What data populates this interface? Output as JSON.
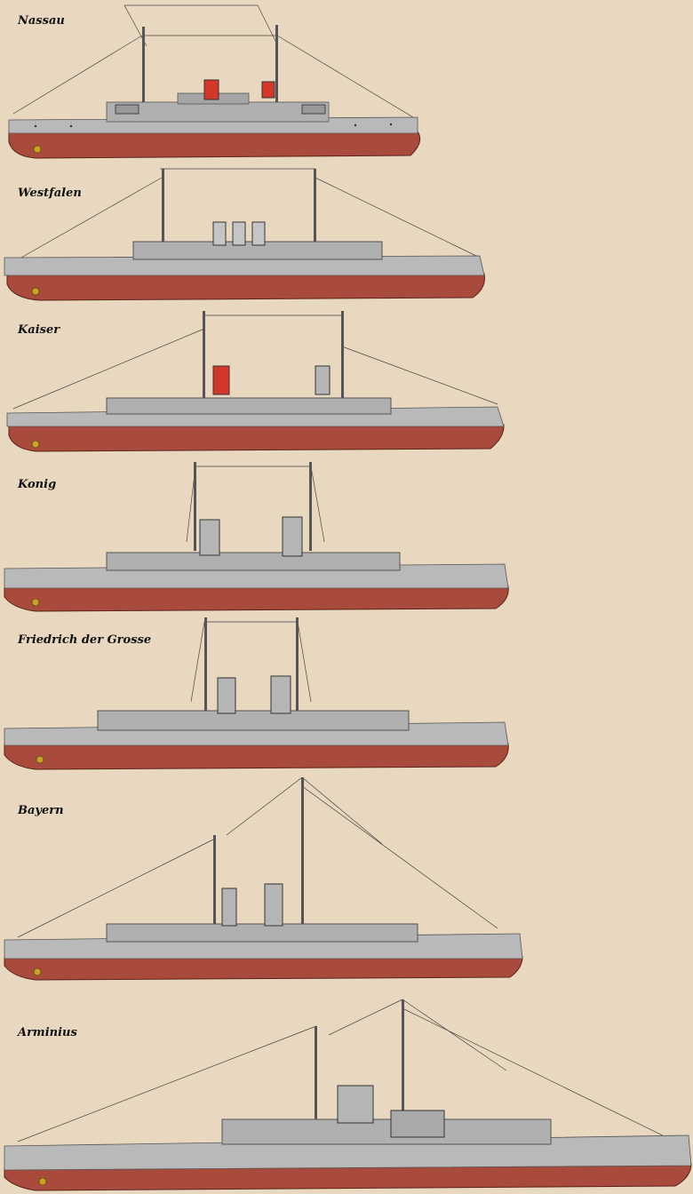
{
  "colors": {
    "background": "#e8d8bf",
    "hull_red": "#a84a3c",
    "hull_red_dark": "#7d3328",
    "upperworks_grey": "#b9b9b9",
    "upperworks_dark": "#8e8e8e",
    "funnel_red": "#d4372a",
    "rigging": "#333333",
    "propeller": "#c9a227"
  },
  "ships": [
    {
      "name": "Nassau"
    },
    {
      "name": "Westfalen"
    },
    {
      "name": "Kaiser"
    },
    {
      "name": "Konig"
    },
    {
      "name": "Friedrich der Grosse"
    },
    {
      "name": "Bayern"
    },
    {
      "name": "Arminius"
    }
  ]
}
